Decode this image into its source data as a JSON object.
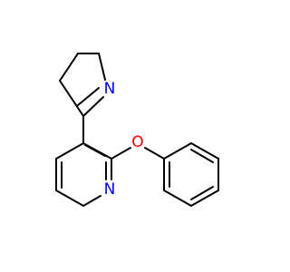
{
  "molecule": {
    "atoms": {
      "n_pyrroline": {
        "label": "N",
        "color": "#0000ff"
      },
      "n_pyridine": {
        "label": "N",
        "color": "#0000ff"
      },
      "o_ether": {
        "label": "O",
        "color": "#ff0000"
      }
    },
    "bond_color": "#000000"
  }
}
